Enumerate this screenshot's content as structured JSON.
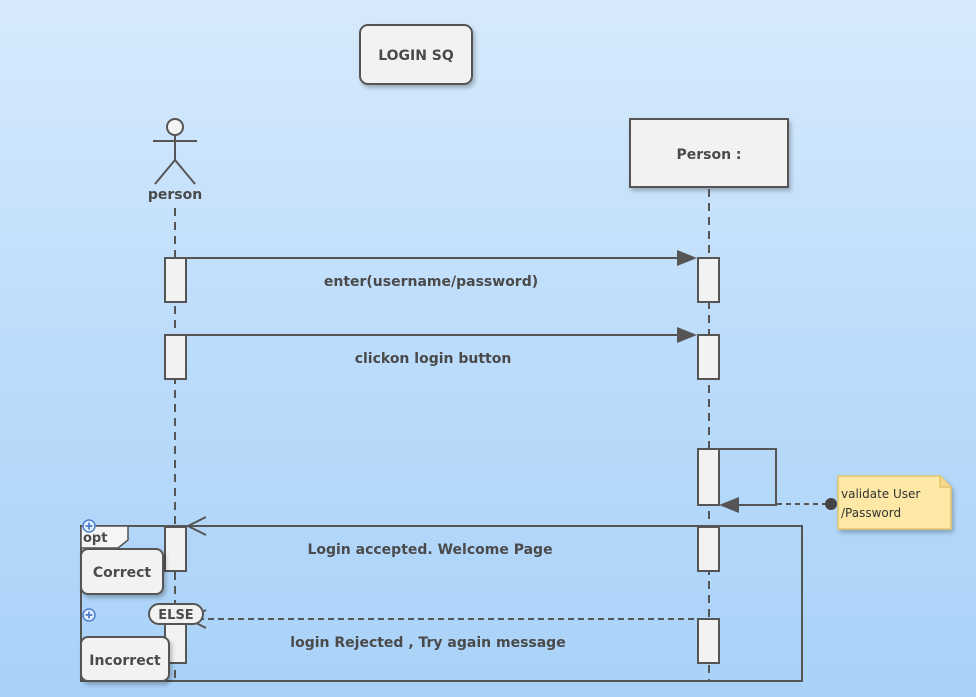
{
  "diagram": {
    "title": "LOGIN SQ",
    "actor": {
      "name": "person"
    },
    "lifeline": {
      "name": "Person :"
    },
    "messages": [
      {
        "label": "enter(username/password)",
        "from": "person",
        "to": "Person :",
        "kind": "sync"
      },
      {
        "label": "clickon login button",
        "from": "person",
        "to": "Person :",
        "kind": "sync"
      },
      {
        "label": "",
        "from": "Person :",
        "to": "Person :",
        "kind": "self"
      },
      {
        "label": "Login accepted. Welcome Page",
        "from": "Person :",
        "to": "person",
        "kind": "reply"
      },
      {
        "label": "login Rejected  , Try again message",
        "from": "Person :",
        "to": "person",
        "kind": "reply"
      }
    ],
    "note": {
      "line1": "validate User",
      "line2": "/Password"
    },
    "fragment": {
      "operator": "opt",
      "guard_true": "Correct",
      "else_label": "ELSE",
      "guard_false": "Incorrect"
    }
  }
}
